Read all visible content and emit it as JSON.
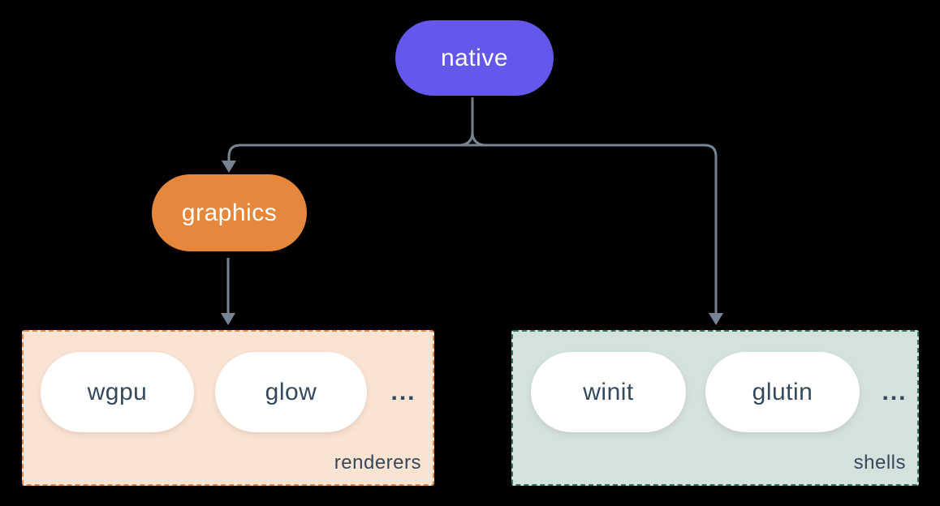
{
  "diagram": {
    "title_hint": "crate architecture tree",
    "nodes": {
      "native": {
        "label": "native",
        "color": "#6358eb"
      },
      "graphics": {
        "label": "graphics",
        "color": "#e6873c"
      }
    },
    "groups": {
      "renderers": {
        "label": "renderers",
        "items": [
          "wgpu",
          "glow"
        ],
        "ellipsis": "...",
        "bg_color": "#f9e3d3",
        "border_color": "#e6873c"
      },
      "shells": {
        "label": "shells",
        "items": [
          "winit",
          "glutin"
        ],
        "ellipsis": "...",
        "bg_color": "#d3e2dc",
        "border_color": "#2e7265"
      }
    },
    "edges": [
      {
        "from": "native",
        "to": "graphics"
      },
      {
        "from": "native",
        "to": "shells"
      },
      {
        "from": "graphics",
        "to": "renderers"
      }
    ],
    "colors": {
      "background": "#000000",
      "connector": "#778492",
      "pill_bg": "#ffffff",
      "pill_text": "#36495c",
      "node_text": "#ffffff"
    }
  }
}
